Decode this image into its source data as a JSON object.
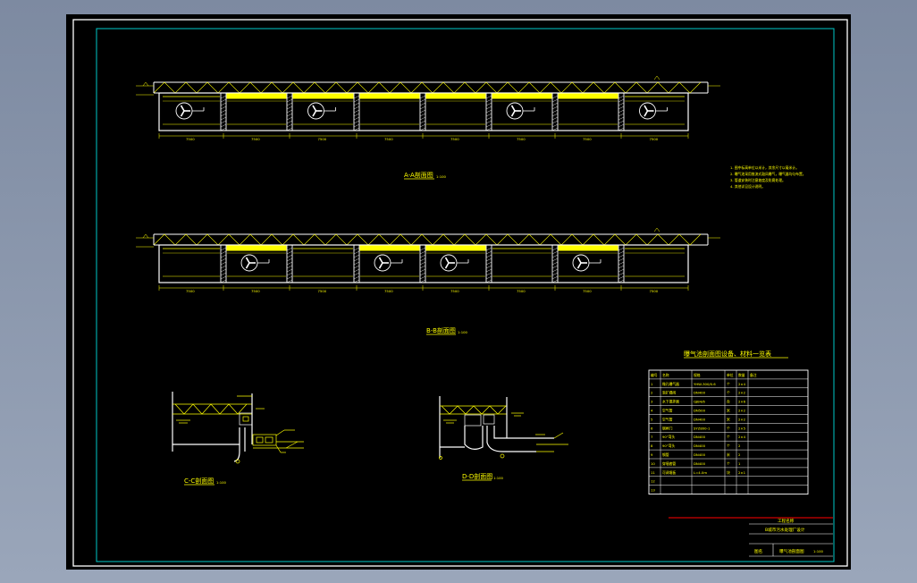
{
  "drawing": {
    "views": [
      {
        "id": "a",
        "title": "A-A剖面图",
        "scale": "1:100",
        "dims": [
          "7500",
          "7500",
          "7500",
          "7500",
          "7500",
          "7500",
          "7500",
          "7500"
        ]
      },
      {
        "id": "b",
        "title": "B-B剖面图",
        "scale": "1:100",
        "dims": [
          "7500",
          "7500",
          "7500",
          "7500",
          "7500",
          "7500",
          "7500",
          "7500"
        ]
      },
      {
        "id": "c",
        "title": "C-C剖面图",
        "scale": "1:100"
      },
      {
        "id": "d",
        "title": "D-D剖面图",
        "scale": "1:100"
      }
    ],
    "notes": [
      "1. 图中标高单位以米计，其余尺寸以毫米计。",
      "2. 曝气池采用推流式鼓风曝气，曝气器均匀布置。",
      "3. 管道安装时注意坡度及防腐处理。",
      "4. 其他详见设计说明。"
    ],
    "table": {
      "title": "曝气池剖面图设备、材料一览表",
      "headers": [
        "编号",
        "名称",
        "规格",
        "单位",
        "数量",
        "备注"
      ],
      "rows": [
        [
          "1",
          "微孔曝气器",
          "YHW-300/0.6",
          "个",
          "2×4",
          ""
        ],
        [
          "2",
          "渐扩蝶阀",
          "DN400",
          "个",
          "2×2",
          ""
        ],
        [
          "3",
          "水下搅拌器",
          "QJB4/6",
          "台",
          "2×6",
          ""
        ],
        [
          "4",
          "空气管",
          "DN500",
          "米",
          "2×2",
          ""
        ],
        [
          "5",
          "空气管",
          "DN400",
          "米",
          "2×2",
          ""
        ],
        [
          "6",
          "钢闸门",
          "SYZ800-1",
          "个",
          "2×5",
          ""
        ],
        [
          "7",
          "90°弯头",
          "DN400",
          "个",
          "2×4",
          ""
        ],
        [
          "8",
          "90°弯头",
          "DN400",
          "个",
          "2",
          ""
        ],
        [
          "9",
          "钢管",
          "DN400",
          "米",
          "2",
          ""
        ],
        [
          "10",
          "穿墙套管",
          "DN400",
          "个",
          "1",
          ""
        ],
        [
          "11",
          "可调堰板",
          "L=4.0m",
          "块",
          "2×1",
          ""
        ],
        [
          "12",
          "",
          "",
          "",
          "",
          ""
        ],
        [
          "13",
          "",
          "",
          "",
          "",
          ""
        ]
      ]
    },
    "title_block": {
      "project_label": "工程名称",
      "project_name": "B城市污水处理厂设计",
      "drawing_label": "图名",
      "drawing_name": "曝气池剖面图",
      "scale": "1:100"
    }
  },
  "colors": {
    "background": "#8a96ac",
    "sheet": "#000000",
    "border": "#ffffff",
    "frame": "#00c8c8",
    "lines": "#ffff00",
    "walls": "#ffffff",
    "accent": "#d00000"
  }
}
